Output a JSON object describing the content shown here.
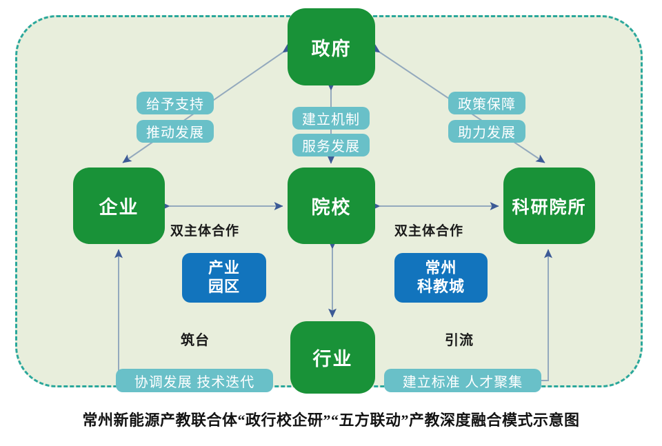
{
  "diagram": {
    "frame": {
      "background_color": "#e8eedc",
      "border_color": "#2aa79b",
      "border_style": "dashed-rounded"
    },
    "colors": {
      "green_node": "#199238",
      "blue_node": "#1274bd",
      "teal_pill": "#69c0c8",
      "connector": "#8fa8c0",
      "arrowhead": "#3c5a96",
      "caption_text": "#131313"
    },
    "green_nodes": [
      {
        "id": "government",
        "label": "政府"
      },
      {
        "id": "enterprise",
        "label": "企业"
      },
      {
        "id": "college",
        "label": "院校"
      },
      {
        "id": "research-institute",
        "label": "科研院所"
      },
      {
        "id": "industry",
        "label": "行业"
      }
    ],
    "blue_nodes": [
      {
        "id": "industrial-park",
        "label": "产业\n园区"
      },
      {
        "id": "changzhou-science-education-town",
        "label": "常州\n科教城"
      }
    ],
    "pill_labels": {
      "gov_to_enterprise": [
        "给予支持",
        "推动发展"
      ],
      "gov_to_college": [
        "建立机制",
        "服务发展"
      ],
      "gov_to_research": [
        "政策保障",
        "助力发展"
      ],
      "industry_left": "协调发展 技术迭代",
      "industry_right": "建立标准 人才聚集"
    },
    "edge_captions": {
      "enterprise_college": "双主体合作",
      "college_research": "双主体合作",
      "build_platform": "筑台",
      "attract_flow": "引流"
    },
    "caption": "常州新能源产教联合体“政行校企研”“五方联动”产教深度融合模式示意图"
  }
}
